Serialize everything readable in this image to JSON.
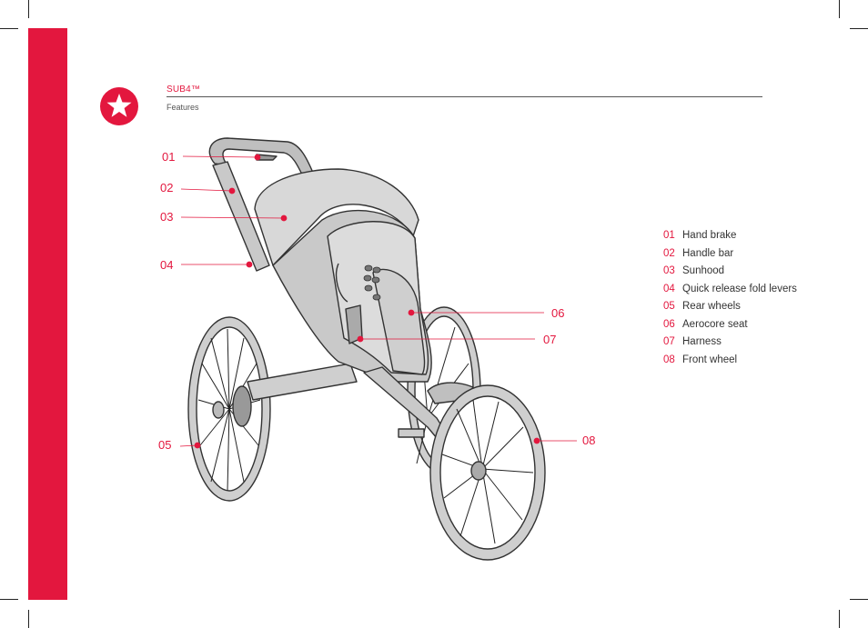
{
  "header": {
    "brand": "SUB4™",
    "subtitle": "Features"
  },
  "badge": {
    "icon": "star-icon",
    "color": "#e3173e"
  },
  "accent_color": "#e3173e",
  "callouts": [
    "01",
    "02",
    "03",
    "04",
    "05",
    "06",
    "07",
    "08"
  ],
  "features": [
    {
      "num": "01",
      "label": "Hand brake"
    },
    {
      "num": "02",
      "label": "Handle bar"
    },
    {
      "num": "03",
      "label": "Sunhood"
    },
    {
      "num": "04",
      "label": "Quick release fold levers"
    },
    {
      "num": "05",
      "label": "Rear wheels"
    },
    {
      "num": "06",
      "label": "Aerocore seat"
    },
    {
      "num": "07",
      "label": "Harness"
    },
    {
      "num": "08",
      "label": "Front wheel"
    }
  ]
}
